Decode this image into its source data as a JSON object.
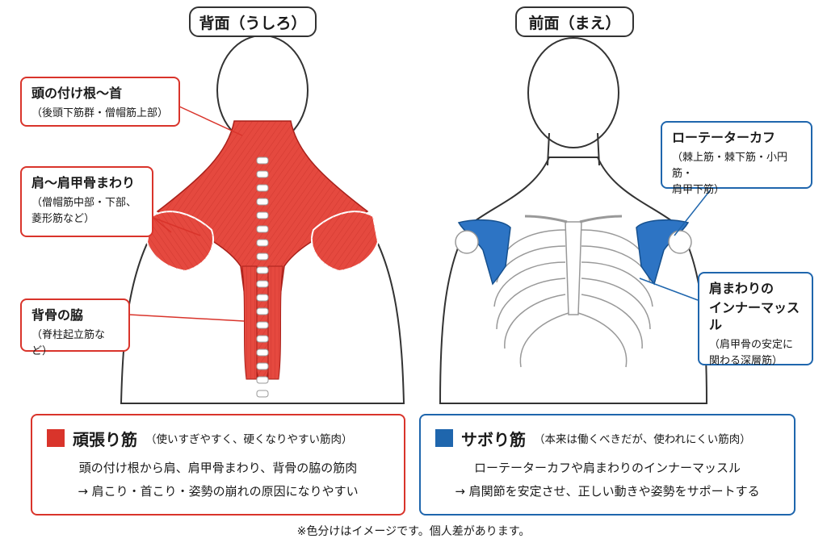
{
  "headers": {
    "back": "背面（うしろ）",
    "front": "前面（まえ）"
  },
  "callouts": {
    "neck": {
      "title": "頭の付け根〜首",
      "sub": [
        "（後頭下筋群・僧帽筋上部）"
      ]
    },
    "shoulder_blade": {
      "title": "肩〜肩甲骨まわり",
      "sub": [
        "（僧帽筋中部・下部、",
        "菱形筋など）"
      ]
    },
    "spine": {
      "title": "背骨の脇",
      "sub": [
        "（脊柱起立筋など）"
      ]
    },
    "rotator_cuff": {
      "title": "ローテーターカフ",
      "sub": [
        "（棘上筋・棘下筋・小円筋・",
        "肩甲下筋）"
      ]
    },
    "inner_muscle": {
      "title": [
        "肩まわりの",
        "インナーマッスル"
      ],
      "sub": [
        "（肩甲骨の安定に",
        "関わる深層筋）"
      ]
    }
  },
  "legend": {
    "overworked": {
      "title": "頑張り筋",
      "paren": "（使いすぎやすく、硬くなりやすい筋肉）",
      "lines": [
        "頭の付け根から肩、肩甲骨まわり、背骨の脇の筋肉",
        "→ 肩こり・首こり・姿勢の崩れの原因になりやすい"
      ]
    },
    "underused": {
      "title": "サボり筋",
      "paren": "（本来は働くべきだが、使われにくい筋肉）",
      "lines": [
        "ローテーターカフや肩まわりのインナーマッスル",
        "→ 肩関節を安定させ、正しい動きや姿勢をサポートする"
      ]
    }
  },
  "note": "※色分けはイメージです。個人差があります。",
  "colors": {
    "overworked": "#d9342b",
    "underused": "#1f66ad",
    "muscle_red": "#e5493f",
    "muscle_blue": "#2d74c4"
  }
}
